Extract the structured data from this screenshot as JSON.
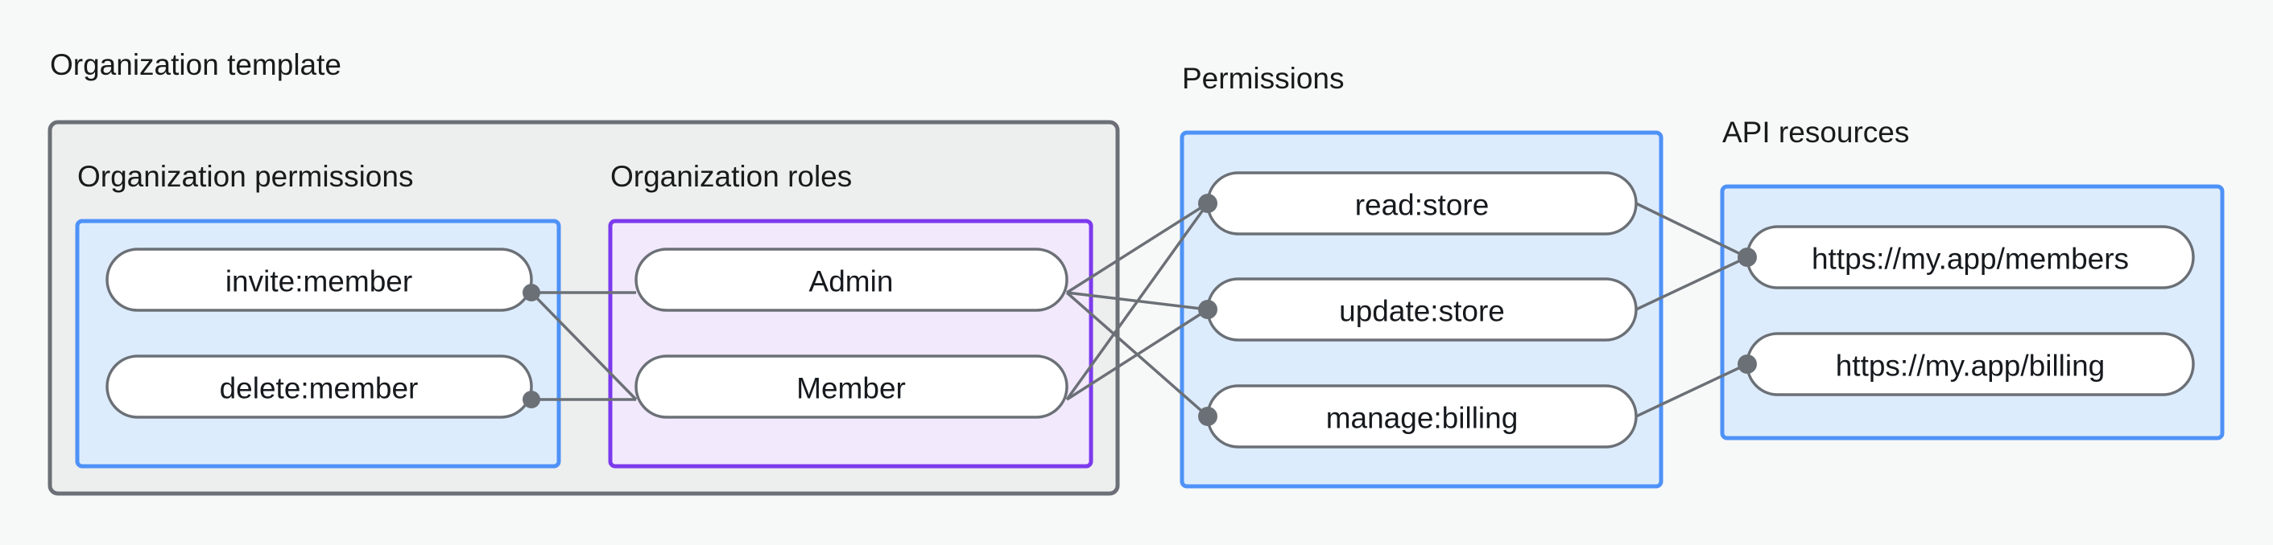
{
  "diagram": {
    "title_visible": false,
    "background_color": "#f7f8f8",
    "groups": [
      {
        "id": "organization-template",
        "label": "Organization template",
        "border_color": "#6b7076",
        "fill_color": "#edeeee",
        "subgroups": [
          {
            "id": "organization-permissions",
            "label": "Organization permissions",
            "border_color": "#4e92f7",
            "fill_color": "#ddecfd",
            "nodes": [
              "invite:member",
              "delete:member"
            ]
          },
          {
            "id": "organization-roles",
            "label": "Organization roles",
            "border_color": "#7c3aed",
            "fill_color": "#f2e9fd",
            "nodes": [
              "Admin",
              "Member"
            ]
          }
        ]
      },
      {
        "id": "permissions",
        "label": "Permissions",
        "border_color": "#4e92f7",
        "fill_color": "#ddecfd",
        "nodes": [
          "read:store",
          "update:store",
          "manage:billing"
        ]
      },
      {
        "id": "api-resources",
        "label": "API resources",
        "border_color": "#4e92f7",
        "fill_color": "#ddecfd",
        "nodes": [
          "https://my.app/members",
          "https://my.app/billing"
        ]
      }
    ],
    "node_labels": {
      "invite_member": "invite:member",
      "delete_member": "delete:member",
      "admin": "Admin",
      "member": "Member",
      "read_store": "read:store",
      "update_store": "update:store",
      "manage_billing": "manage:billing",
      "res_members": "https://my.app/members",
      "res_billing": "https://my.app/billing"
    },
    "group_labels": {
      "organization_template": "Organization template",
      "organization_permissions": "Organization permissions",
      "organization_roles": "Organization roles",
      "permissions": "Permissions",
      "api_resources": "API resources"
    },
    "edges": [
      {
        "from": "invite:member",
        "to": "Admin"
      },
      {
        "from": "invite:member",
        "to": "Member"
      },
      {
        "from": "delete:member",
        "to": "Member"
      },
      {
        "from": "Admin",
        "to": "read:store"
      },
      {
        "from": "Admin",
        "to": "update:store"
      },
      {
        "from": "Admin",
        "to": "manage:billing"
      },
      {
        "from": "Member",
        "to": "read:store"
      },
      {
        "from": "Member",
        "to": "update:store"
      },
      {
        "from": "read:store",
        "to": "https://my.app/members"
      },
      {
        "from": "update:store",
        "to": "https://my.app/members"
      },
      {
        "from": "manage:billing",
        "to": "https://my.app/billing"
      }
    ],
    "colors": {
      "edge": "#6b7076",
      "pill_fill": "#ffffff",
      "pill_stroke": "#6b7076",
      "blue_border": "#4e92f7",
      "blue_fill": "#ddecfd",
      "purple_border": "#7c3aed",
      "purple_fill": "#f2e9fd",
      "gray_border": "#6b7076",
      "gray_fill": "#edeeee",
      "text": "#16191d"
    }
  }
}
